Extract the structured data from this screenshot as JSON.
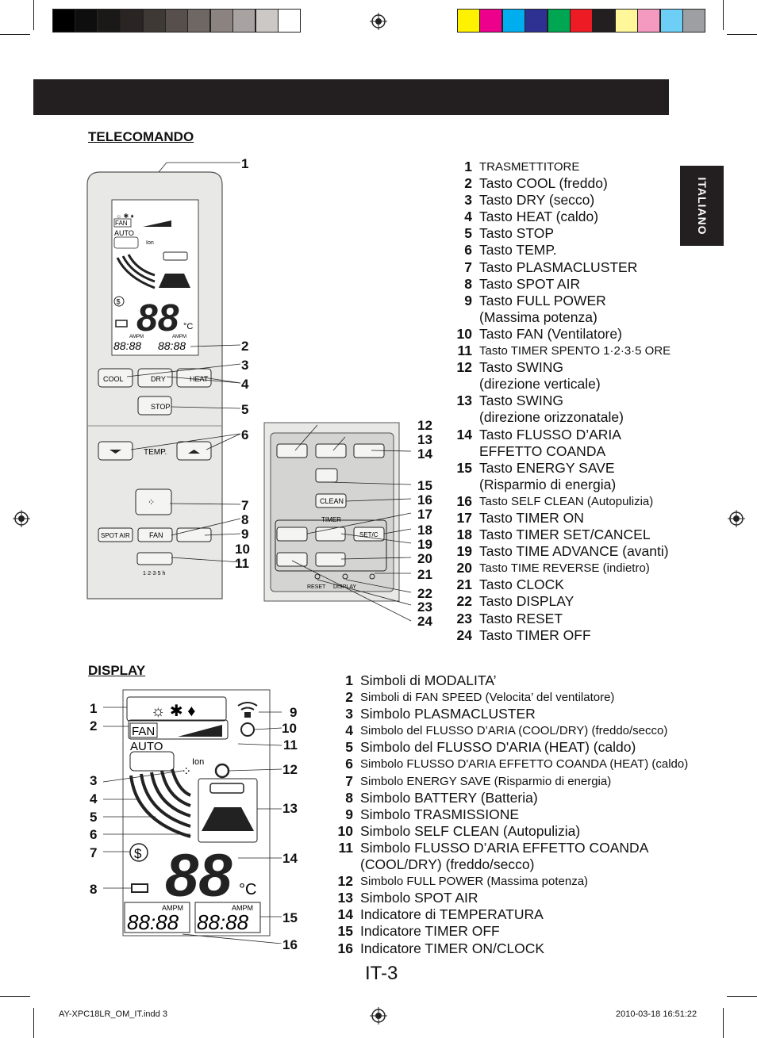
{
  "colors": {
    "dark": "#231f20",
    "remote_body": "#e8e8e6",
    "remote_panel": "#d4d4d2",
    "lcd_bg": "#ffffff"
  },
  "color_bar_left": [
    "#000000",
    "#0f0e0e",
    "#1b1918",
    "#2a2523",
    "#3f3936",
    "#564f4b",
    "#6f6763",
    "#8a8380",
    "#a8a3a1",
    "#cbc8c6",
    "#ffffff"
  ],
  "color_bar_right": [
    "#fff200",
    "#ec008c",
    "#00aeef",
    "#2e3192",
    "#00a651",
    "#ed1c24",
    "#231f20",
    "#fff799",
    "#f49ac1",
    "#6dcff6",
    "#9d9fa2"
  ],
  "sidebar": {
    "label": "ITALIANO"
  },
  "telecomando": {
    "heading": "TELECOMANDO",
    "items": [
      {
        "n": "1",
        "t": "TRASMETTITORE",
        "small": true
      },
      {
        "n": "2",
        "t": "Tasto COOL (freddo)"
      },
      {
        "n": "3",
        "t": "Tasto DRY (secco)"
      },
      {
        "n": "4",
        "t": "Tasto HEAT (caldo)"
      },
      {
        "n": "5",
        "t": "Tasto STOP"
      },
      {
        "n": "6",
        "t": "Tasto TEMP."
      },
      {
        "n": "7",
        "t": "Tasto PLASMACLUSTER"
      },
      {
        "n": "8",
        "t": "Tasto SPOT AIR"
      },
      {
        "n": "9",
        "t": "Tasto FULL POWER\n(Massima potenza)"
      },
      {
        "n": "10",
        "t": "Tasto FAN (Ventilatore)"
      },
      {
        "n": "11",
        "t": "Tasto TIMER SPENTO 1·2·3·5 ORE",
        "small": true
      },
      {
        "n": "12",
        "t": "Tasto SWING\n(direzione verticale)"
      },
      {
        "n": "13",
        "t": "Tasto SWING\n(direzione orizzonatale)"
      },
      {
        "n": "14",
        "t": "Tasto FLUSSO D’ARIA\nEFFETTO COANDA"
      },
      {
        "n": "15",
        "t": "Tasto ENERGY SAVE\n(Risparmio di energia)"
      },
      {
        "n": "16",
        "t": "Tasto SELF CLEAN (Autopulizia)",
        "small": true
      },
      {
        "n": "17",
        "t": "Tasto TIMER ON"
      },
      {
        "n": "18",
        "t": "Tasto TIMER SET/CANCEL"
      },
      {
        "n": "19",
        "t": "Tasto TIME ADVANCE (avanti)"
      },
      {
        "n": "20",
        "t": "Tasto TIME REVERSE (indietro)",
        "small": true
      },
      {
        "n": "21",
        "t": "Tasto CLOCK"
      },
      {
        "n": "22",
        "t": "Tasto DISPLAY"
      },
      {
        "n": "23",
        "t": "Tasto RESET"
      },
      {
        "n": "24",
        "t": "Tasto TIMER OFF"
      }
    ],
    "callouts": [
      "1",
      "2",
      "3",
      "4",
      "5",
      "6",
      "7",
      "8",
      "9",
      "10",
      "11",
      "12",
      "13",
      "14",
      "15",
      "16",
      "17",
      "18",
      "19",
      "20",
      "21",
      "22",
      "23",
      "24"
    ]
  },
  "remote": {
    "fan": "FAN",
    "auto": "AUTO",
    "ion": "Ion",
    "deg": "°C",
    "ampm": "AMPM",
    "cool": "COOL",
    "dry": "DRY",
    "heat": "HEAT",
    "stop": "STOP",
    "temp": "TEMP.",
    "spot_air": "SPOT AIR",
    "fan_btn": "FAN",
    "timer_hours": "1·2·3·5 h",
    "clean": "CLEAN",
    "timer": "TIMER",
    "setc": "SET/C",
    "reset": "RESET",
    "display": "DISPLAY",
    "digits": "88",
    "time_digits": "88:88"
  },
  "display": {
    "heading": "DISPLAY",
    "items": [
      {
        "n": "1",
        "t": "Simboli di MODALITA’"
      },
      {
        "n": "2",
        "t": "Simboli di FAN SPEED (Velocita’ del ventilatore)",
        "small": true
      },
      {
        "n": "3",
        "t": "Simbolo PLASMACLUSTER"
      },
      {
        "n": "4",
        "t": "Simbolo del FLUSSO D’ARIA (COOL/DRY) (freddo/secco)",
        "small": true
      },
      {
        "n": "5",
        "t": "Simbolo del FLUSSO D'ARIA (HEAT) (caldo)"
      },
      {
        "n": "6",
        "t": "Simbolo FLUSSO D'ARIA EFFETTO COANDA (HEAT) (caldo)",
        "small": true
      },
      {
        "n": "7",
        "t": "Simbolo ENERGY SAVE (Risparmio di energia)",
        "small": true
      },
      {
        "n": "8",
        "t": "Simbolo BATTERY (Batteria)"
      },
      {
        "n": "9",
        "t": "Simbolo TRASMISSIONE"
      },
      {
        "n": "10",
        "t": "Simbolo SELF CLEAN (Autopulizia)"
      },
      {
        "n": "11",
        "t": "Simbolo FLUSSO D’ARIA EFFETTO COANDA\n (COOL/DRY) (freddo/secco)"
      },
      {
        "n": "12",
        "t": "Simbolo FULL POWER (Massima potenza)",
        "small": true
      },
      {
        "n": "13",
        "t": "Simbolo SPOT AIR"
      },
      {
        "n": "14",
        "t": "Indicatore di TEMPERATURA"
      },
      {
        "n": "15",
        "t": "Indicatore TIMER OFF"
      },
      {
        "n": "16",
        "t": "Indicatore TIMER ON/CLOCK"
      }
    ],
    "callouts": [
      "1",
      "2",
      "3",
      "4",
      "5",
      "6",
      "7",
      "8",
      "9",
      "10",
      "11",
      "12",
      "13",
      "14",
      "15",
      "16"
    ]
  },
  "page_number": "IT-3",
  "footer": {
    "file": "AY-XPC18LR_OM_IT.indd   3",
    "date": "2010-03-18   16:51:22"
  }
}
